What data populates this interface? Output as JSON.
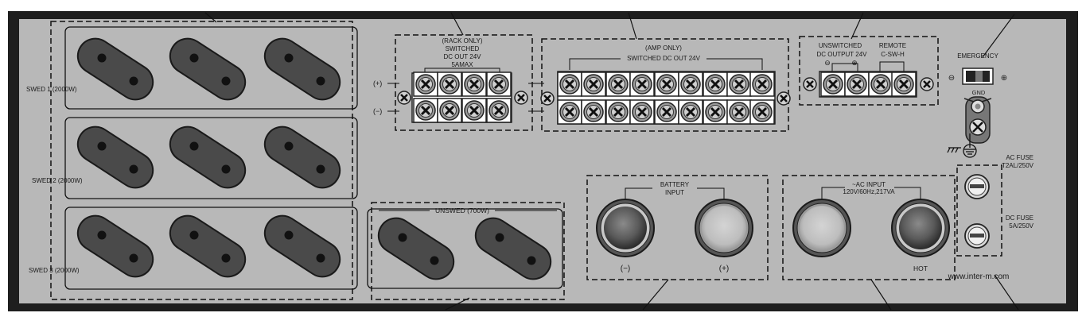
{
  "colors": {
    "frame": "#1e1e1e",
    "panel": "#b8b8b8",
    "outlet": "#4a4a4a",
    "screw": "#333333",
    "line": "#111111"
  },
  "outlets": {
    "row_labels": [
      "SWED 1 (2000W)",
      "SWED 2 (2000W)",
      "SWED 3 (2000W)"
    ],
    "unswitched_label": "UNSWED (700W)"
  },
  "rack_terminal": {
    "lines": [
      "(RACK ONLY)",
      "SWITCHED",
      "DC OUT 24V",
      "5AMAX"
    ],
    "plus": "(+)",
    "minus": "(−)"
  },
  "amp_terminal": {
    "line1": "(AMP ONLY)",
    "line2": "SWITCHED  DC OUT 24V"
  },
  "unswitched_dc": {
    "lines": [
      "UNSWITCHED",
      "DC OUTPUT 24V"
    ],
    "minus": "⊖",
    "plus": "⊕"
  },
  "remote": {
    "lines": [
      "REMOTE",
      "C-SW-H"
    ]
  },
  "emergency": {
    "label": "EMERGENCY",
    "minus": "⊖",
    "plus": "⊕"
  },
  "gnd": {
    "label": "GND"
  },
  "battery": {
    "lines": [
      "BATTERY",
      "INPUT"
    ],
    "minus": "(−)",
    "plus": "(+)"
  },
  "ac_input": {
    "lines": [
      "~AC INPUT",
      "120V/60Hz,217VA"
    ],
    "hot": "HOT"
  },
  "fuses": {
    "ac": [
      "AC FUSE",
      "T2AL/250V"
    ],
    "dc": [
      "DC FUSE",
      "5A/250V"
    ]
  },
  "website": "www.inter-m.com"
}
